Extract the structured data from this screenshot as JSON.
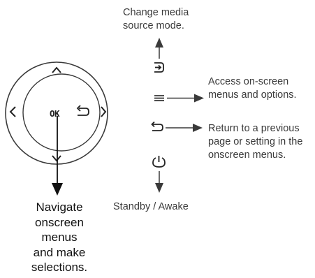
{
  "remote": {
    "ok_label": "OK",
    "buttons": [
      "up-arrow-icon",
      "down-arrow-icon",
      "left-arrow-icon",
      "right-arrow-icon",
      "back-icon"
    ]
  },
  "callouts": {
    "source": {
      "icon": "source-input-icon",
      "lines": [
        "Change media",
        "source mode."
      ]
    },
    "menu": {
      "icon": "menu-icon",
      "lines": [
        "Access on-screen",
        "menus and options."
      ]
    },
    "back": {
      "icon": "back-icon",
      "lines": [
        "Return to a previous",
        "page or setting in the",
        "onscreen menus."
      ]
    },
    "power": {
      "icon": "power-icon",
      "lines": [
        "Standby / Awake"
      ]
    },
    "navigate": {
      "lines": [
        "Navigate",
        "onscreen",
        "menus",
        "and make",
        "selections."
      ]
    }
  },
  "colors": {
    "line": "#3a3a3a",
    "arrow_dark": "#111111"
  }
}
